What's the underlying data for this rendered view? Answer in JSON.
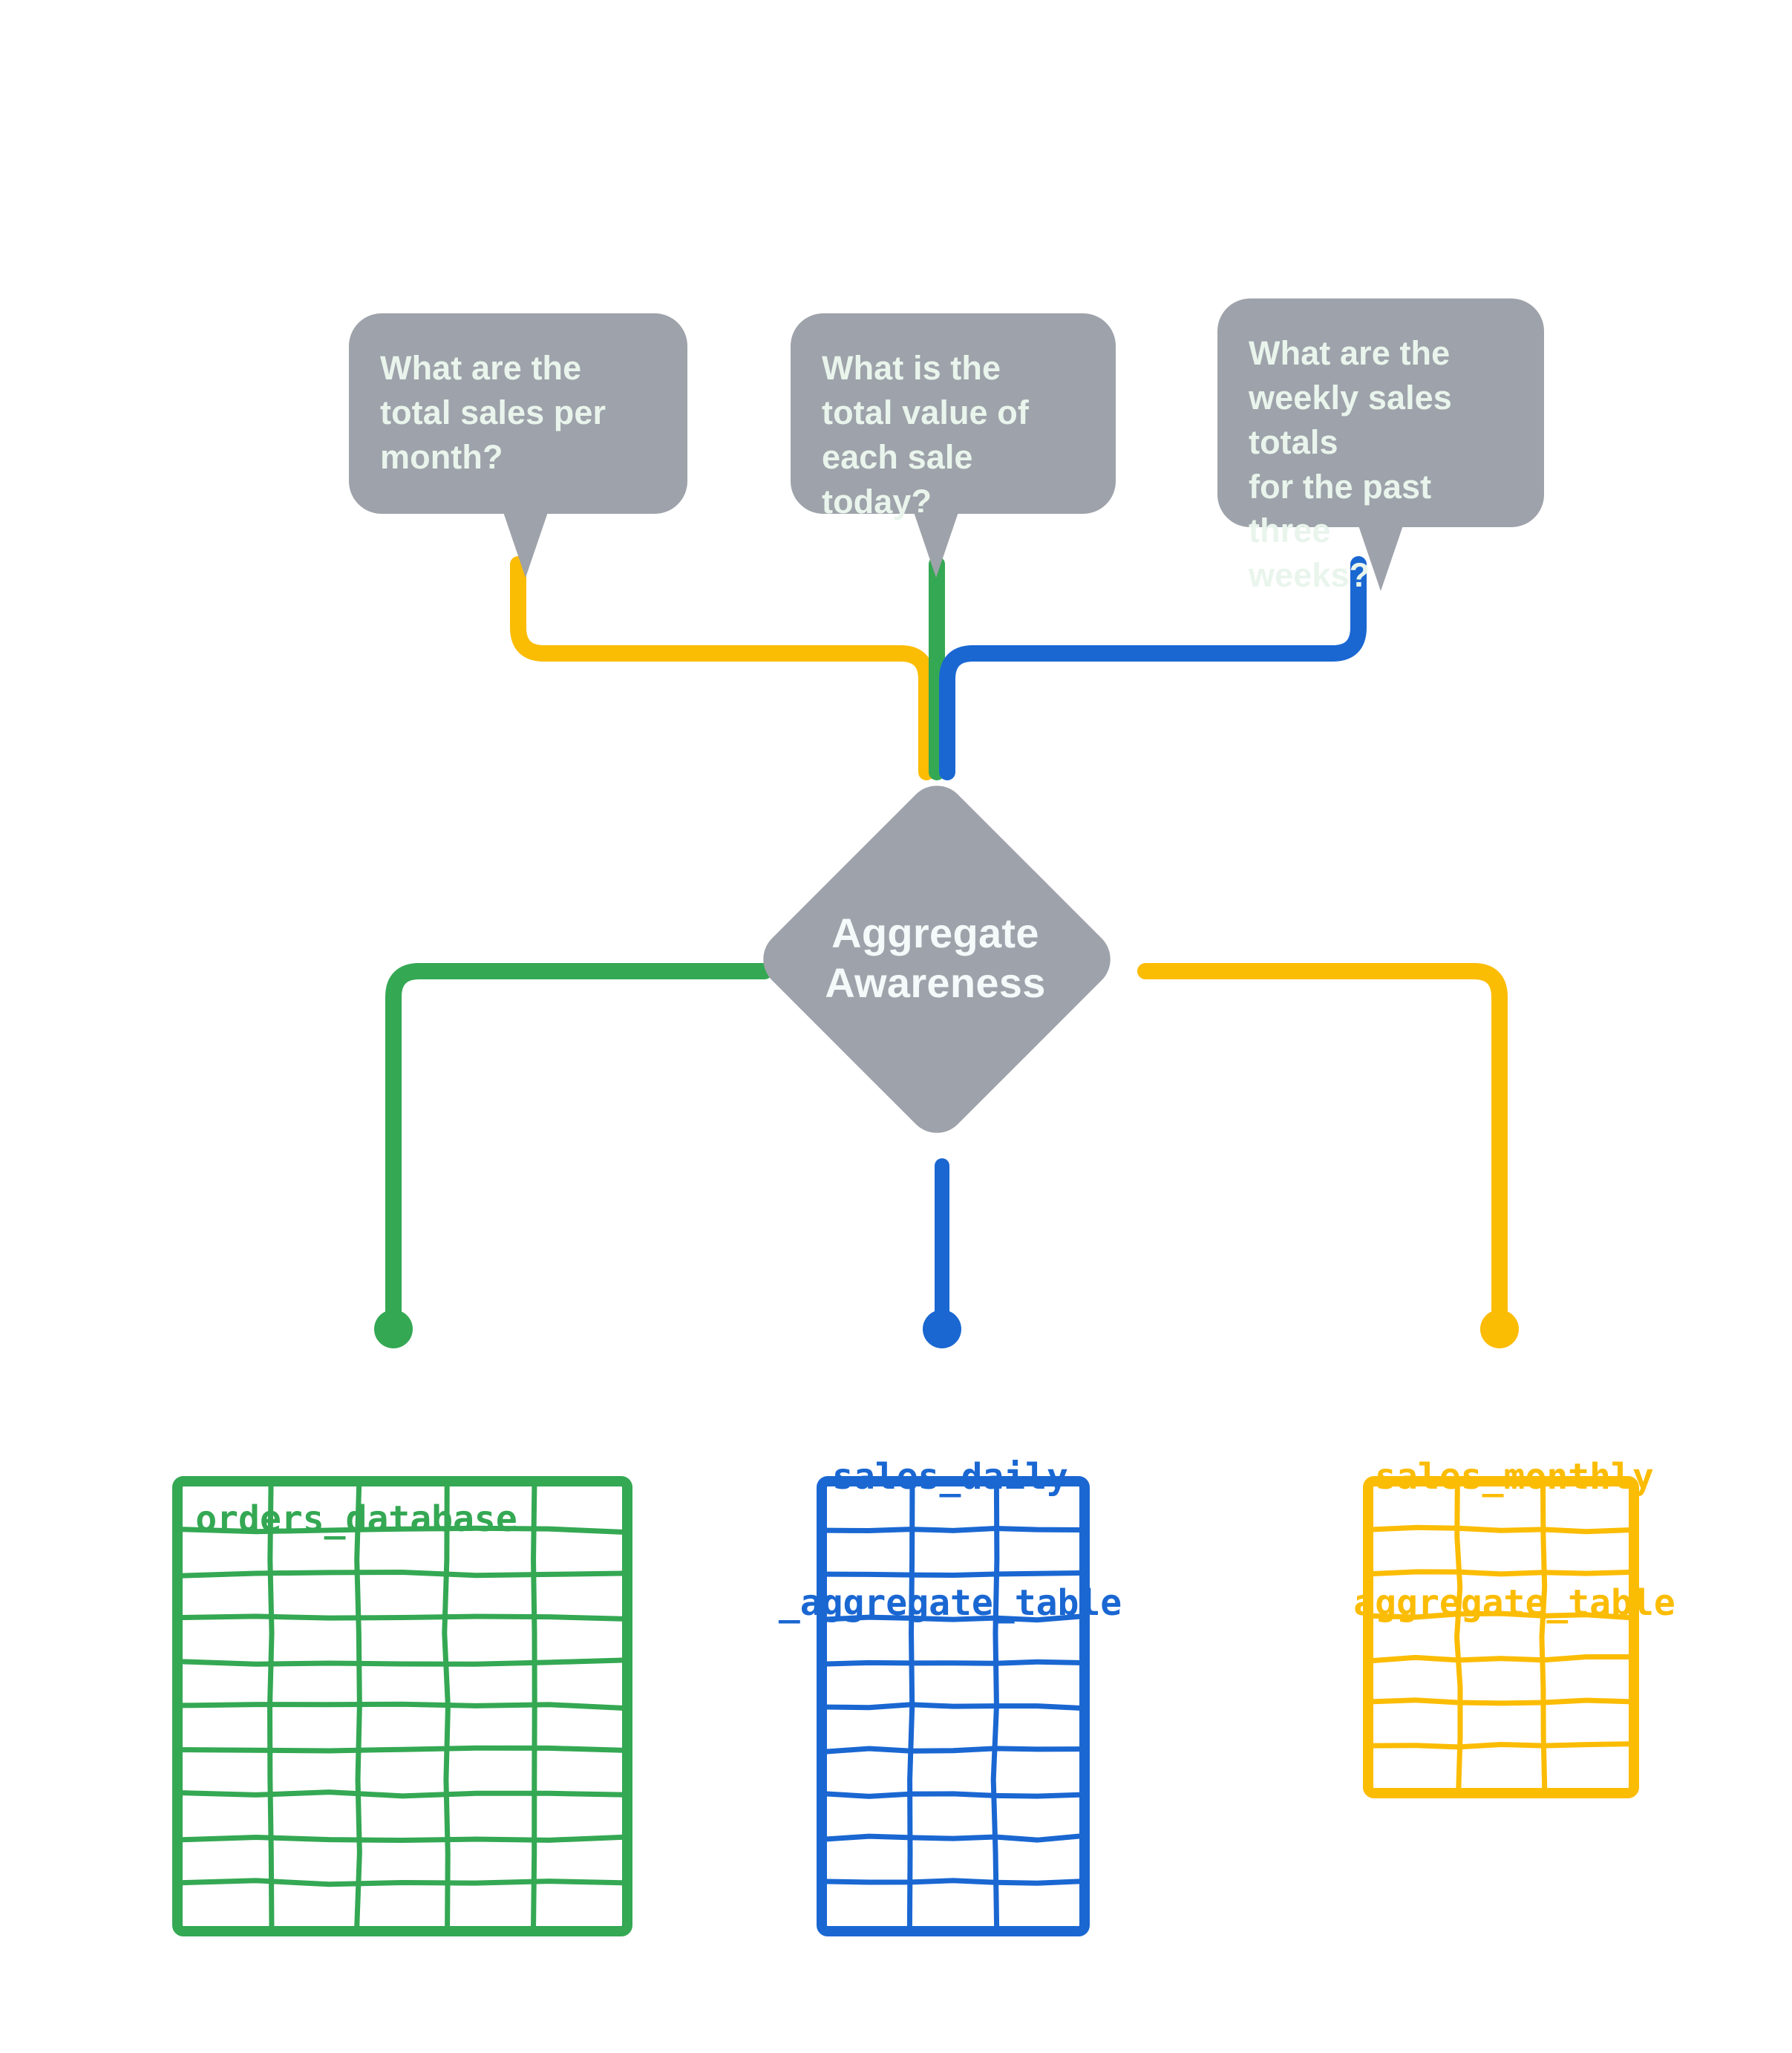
{
  "diagram": {
    "title": "Aggregate Awareness",
    "center_node": {
      "label_line1": "Aggregate",
      "label_line2": "Awareness",
      "shape": "diamond",
      "fill": "#9EA2AA",
      "text_color": "#F4F9FA"
    },
    "questions": [
      {
        "id": "q-monthly",
        "text": "What are the total sales per month?",
        "lines": [
          "What are the",
          "total sales per",
          "month?"
        ],
        "wire_color": "#FBBC04",
        "routes_to": "sales_monthly_aggregate_table"
      },
      {
        "id": "q-daily",
        "text": "What is the total value of each sale today?",
        "lines": [
          "What is the",
          "total value of",
          "each sale today?"
        ],
        "wire_color": "#34A853",
        "routes_to": "orders_database"
      },
      {
        "id": "q-weekly",
        "text": "What are the weekly sales totals for the past three weeks?",
        "lines": [
          "What are the",
          "weekly sales totals",
          "for the past three",
          "weeks?"
        ],
        "wire_color": "#1A67D2",
        "routes_to": "sales_daily_aggregate_table"
      }
    ],
    "sources": [
      {
        "id": "orders_database",
        "caption_lines": [
          "orders_database"
        ],
        "color": "#34A853",
        "columns": 5,
        "rows": 10
      },
      {
        "id": "sales_daily_aggregate_table",
        "caption_lines": [
          "sales_daily",
          "_aggregate_table"
        ],
        "color": "#1A67D2",
        "columns": 3,
        "rows": 10
      },
      {
        "id": "sales_monthly_aggregate_table",
        "caption_lines": [
          "sales_monthly",
          "aggregate_table"
        ],
        "color": "#FBBC04",
        "columns": 3,
        "rows": 7
      }
    ],
    "colors": {
      "green": "#34A853",
      "blue": "#1A67D2",
      "yellow": "#FBBC04",
      "gray": "#9EA2AA",
      "bubble_text": "#E9F5EC",
      "background": "#FFFFFF"
    }
  }
}
